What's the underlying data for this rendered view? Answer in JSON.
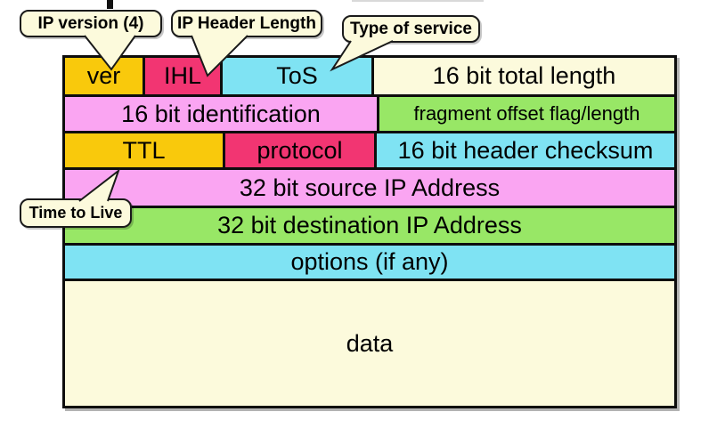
{
  "colors": {
    "gold": "#f9c90c",
    "crimson": "#f23572",
    "cyan": "#7fe3f3",
    "pink": "#faa5f2",
    "green": "#98e766",
    "cream": "#fcfadc",
    "border": "#0d0d0d"
  },
  "callouts": {
    "ip_version": "IP version (4)",
    "ip_header_length": "IP Header Length",
    "type_of_service": "Type of service",
    "time_to_live": "Time to Live"
  },
  "header": {
    "row1": {
      "ver": "ver",
      "ihl": "IHL",
      "tos": "ToS",
      "total_length": "16 bit total length"
    },
    "row2": {
      "identification": "16 bit identification",
      "fragment": "fragment offset flag/length"
    },
    "row3": {
      "ttl": "TTL",
      "protocol": "protocol",
      "checksum": "16 bit header checksum"
    },
    "row4": {
      "source": "32 bit source IP Address"
    },
    "row5": {
      "destination": "32 bit destination IP Address"
    },
    "row6": {
      "options": "options (if any)"
    },
    "row7": {
      "data": "data"
    }
  }
}
